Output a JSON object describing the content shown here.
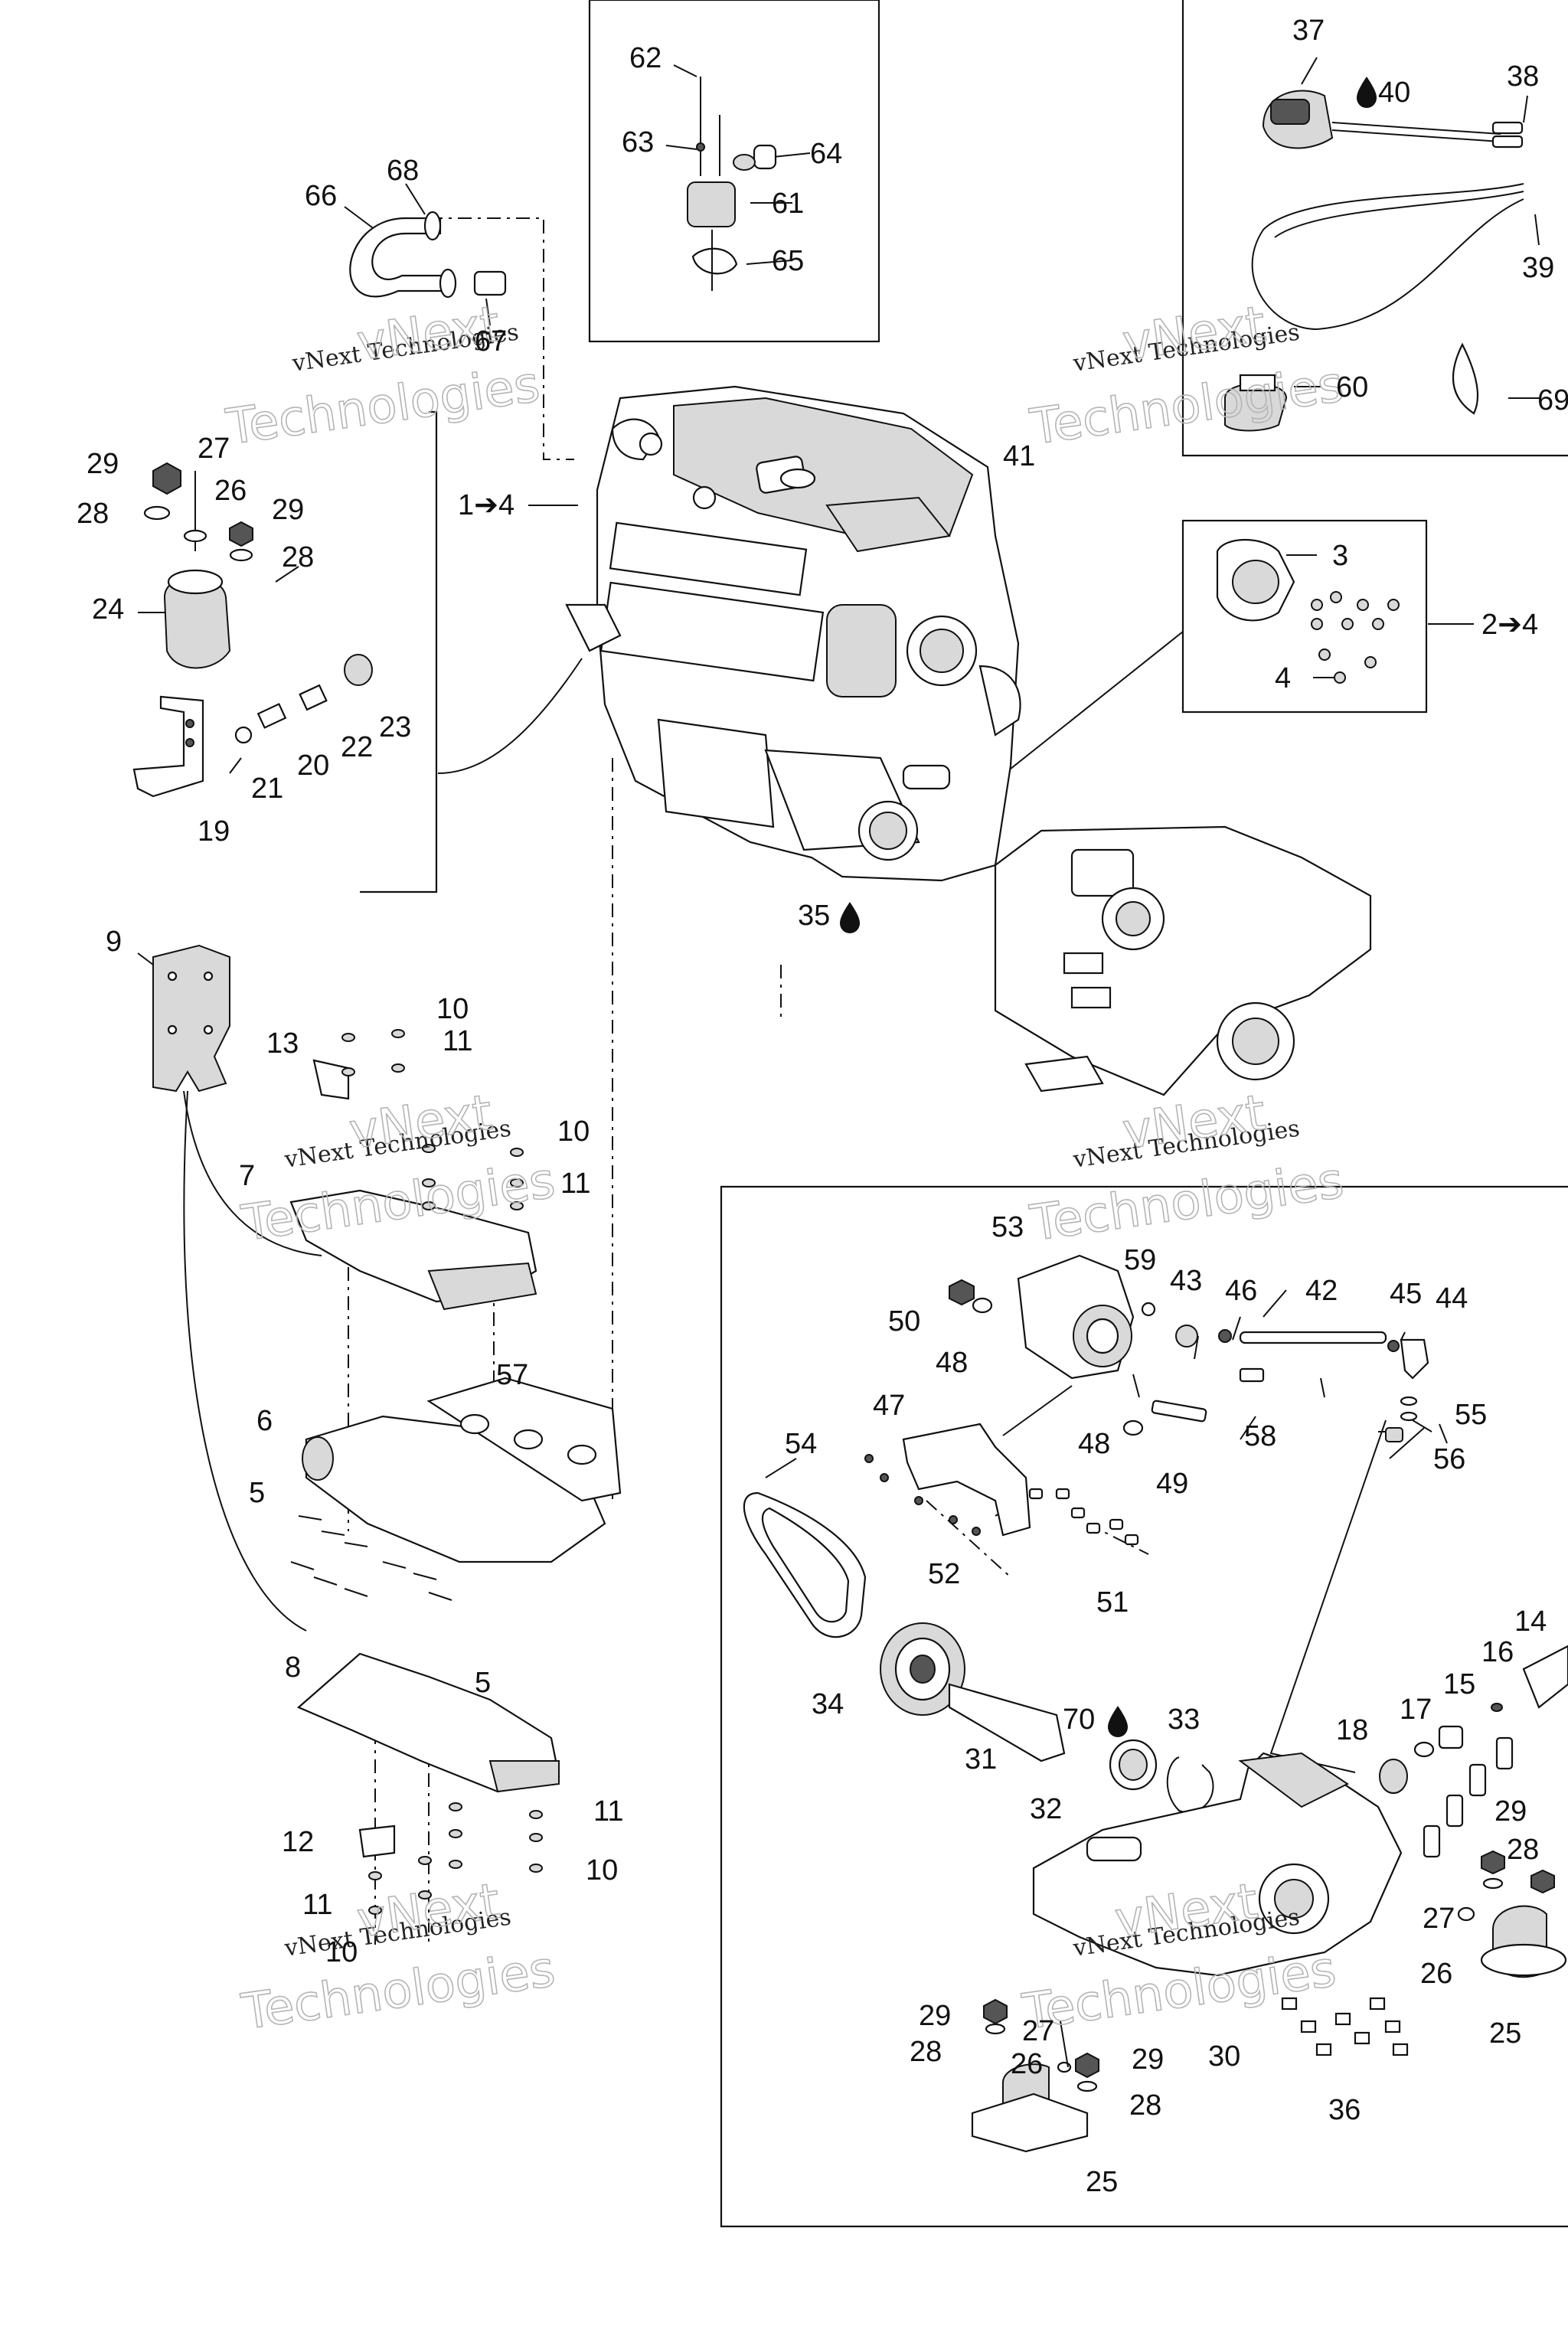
{
  "watermark": {
    "line1": "vNext",
    "line2": "Technologies",
    "small": "vNext Technologies"
  },
  "callouts": {
    "c62": "62",
    "c63": "63",
    "c64": "64",
    "c61": "61",
    "c65": "65",
    "c66": "66",
    "c68": "68",
    "c67": "67",
    "c37": "37",
    "c40": "40",
    "c38": "38",
    "c39": "39",
    "c60": "60",
    "c69": "69",
    "c29a": "29",
    "c27a": "27",
    "c28a": "28",
    "c26a": "26",
    "c29b": "29",
    "c28b": "28",
    "c24": "24",
    "c23": "23",
    "c22": "22",
    "c20": "20",
    "c21": "21",
    "c19": "19",
    "c14ref": "1➔4",
    "c41": "41",
    "c3": "3",
    "c24ref": "2➔4",
    "c4": "4",
    "c35": "35",
    "c9": "9",
    "c13": "13",
    "c10a": "10",
    "c11a": "11",
    "c10b": "10",
    "c11b": "11",
    "c7": "7",
    "c6": "6",
    "c57": "57",
    "c5a": "5",
    "c5b": "5",
    "c8": "8",
    "c12": "12",
    "c11c": "11",
    "c10c": "10",
    "c11d": "11",
    "c10d": "10",
    "c53": "53",
    "c59": "59",
    "c43": "43",
    "c46": "46",
    "c42": "42",
    "c45": "45",
    "c44": "44",
    "c50": "50",
    "c48a": "48",
    "c55": "55",
    "c56": "56",
    "c47": "47",
    "c48b": "48",
    "c58": "58",
    "c49": "49",
    "c54": "54",
    "c52": "52",
    "c51": "51",
    "c70": "70",
    "c33": "33",
    "c34": "34",
    "c31": "31",
    "c32": "32",
    "c14": "14",
    "c16": "16",
    "c15": "15",
    "c17": "17",
    "c18": "18",
    "c29c": "29",
    "c28c": "28",
    "c27c": "27",
    "c26c": "26",
    "c25a": "25",
    "c29d": "29",
    "c28d": "28",
    "c27d": "27",
    "c26d": "26",
    "c29e": "29",
    "c28e": "28",
    "c30": "30",
    "c36": "36",
    "c25b": "25"
  }
}
